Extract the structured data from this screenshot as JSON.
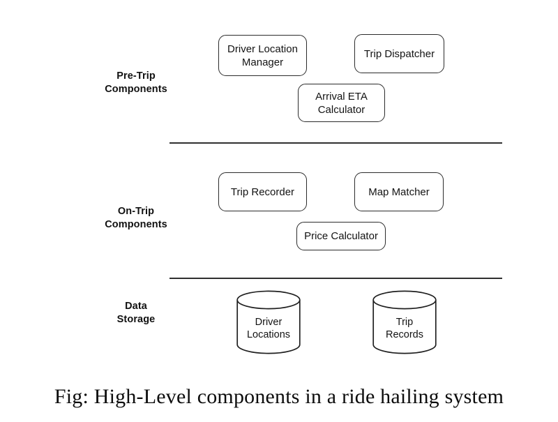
{
  "diagram": {
    "caption": "Fig: High-Level components in a ride hailing system",
    "background_color": "#ffffff",
    "stroke_color": "#2b2b2b",
    "text_color": "#131313",
    "sections": [
      {
        "label": "Pre-Trip\nComponents",
        "nodes": [
          {
            "label": "Driver Location\nManager"
          },
          {
            "label": "Trip Dispatcher"
          },
          {
            "label": "Arrival ETA\nCalculator"
          }
        ]
      },
      {
        "label": "On-Trip\nComponents",
        "nodes": [
          {
            "label": "Trip Recorder"
          },
          {
            "label": "Map Matcher"
          },
          {
            "label": "Price Calculator"
          }
        ]
      },
      {
        "label": "Data\nStorage",
        "nodes": [
          {
            "label": "Driver\nLocations"
          },
          {
            "label": "Trip\nRecords"
          }
        ]
      }
    ]
  }
}
